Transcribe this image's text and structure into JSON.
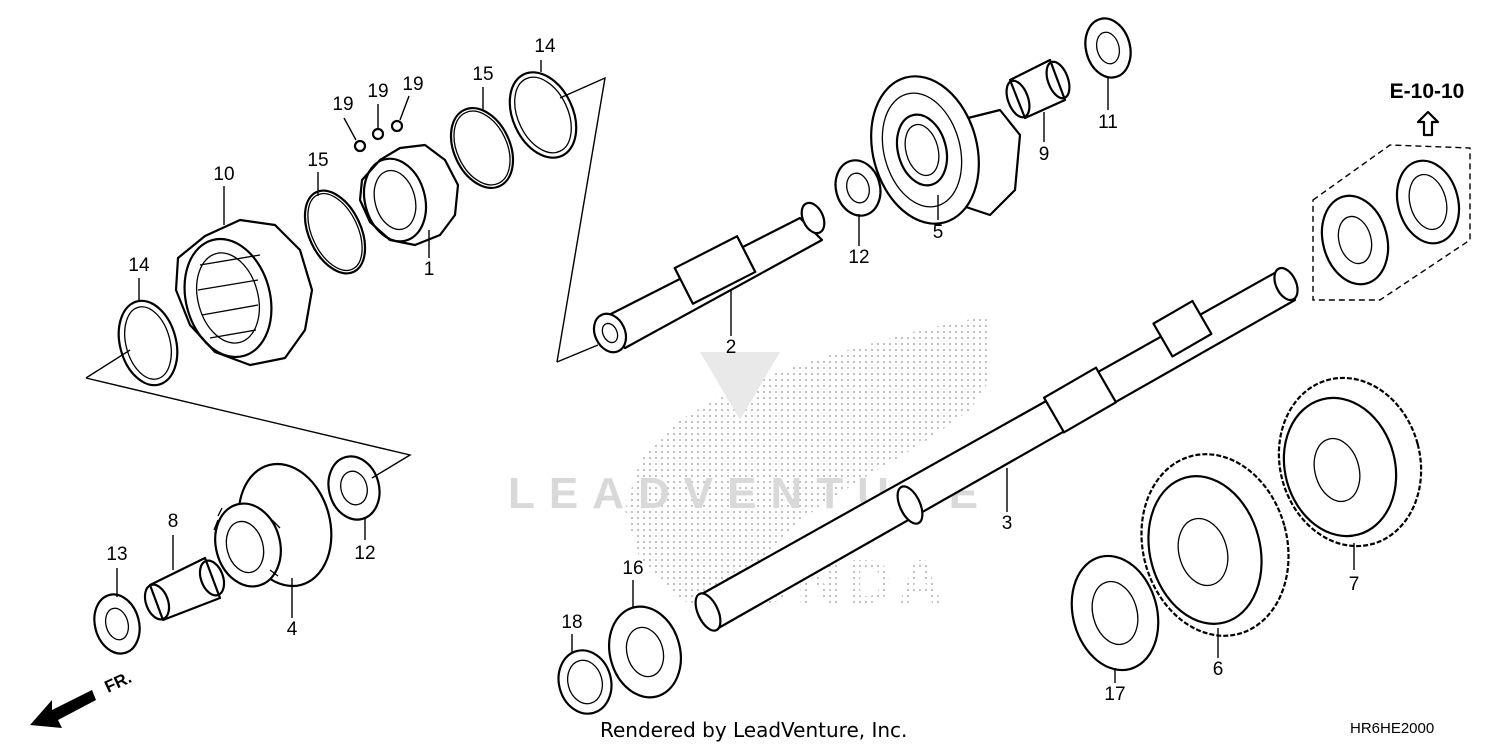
{
  "diagram": {
    "reference": "E-10-10",
    "front_label": "FR.",
    "watermark_text": "LEADVENTURE",
    "watermark_brand": "HONDA",
    "credit": "Rendered by LeadVenture, Inc.",
    "diagram_code": "HR6HE2000",
    "callouts": {
      "c1": "1",
      "c2": "2",
      "c3": "3",
      "c4": "4",
      "c5": "5",
      "c6": "6",
      "c7": "7",
      "c8": "8",
      "c9": "9",
      "c10": "10",
      "c11": "11",
      "c12a": "12",
      "c12b": "12",
      "c13": "13",
      "c14a": "14",
      "c14b": "14",
      "c15a": "15",
      "c15b": "15",
      "c16": "16",
      "c17": "17",
      "c18": "18",
      "c19a": "19",
      "c19b": "19",
      "c19c": "19"
    }
  },
  "colors": {
    "line": "#000000",
    "watermark": "#d9d9d9",
    "background": "#ffffff"
  }
}
